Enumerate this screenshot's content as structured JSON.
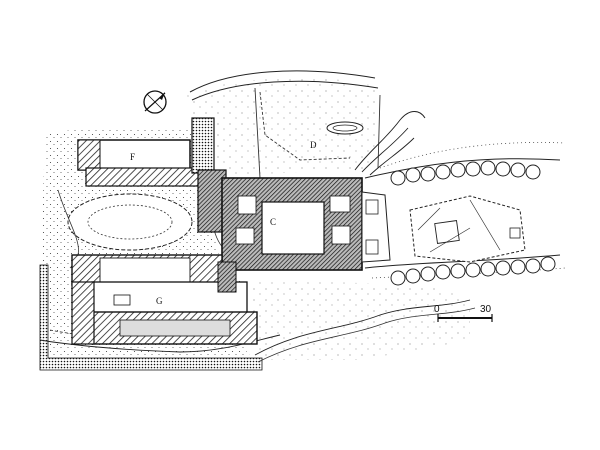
{
  "labels": {
    "courtyard": "C",
    "garden": "D",
    "north_wing": "F",
    "south_wing": "G"
  },
  "scale_bar": {
    "start": "0",
    "end": "30"
  },
  "north_arrow": {
    "icon": "north-arrow-icon"
  }
}
